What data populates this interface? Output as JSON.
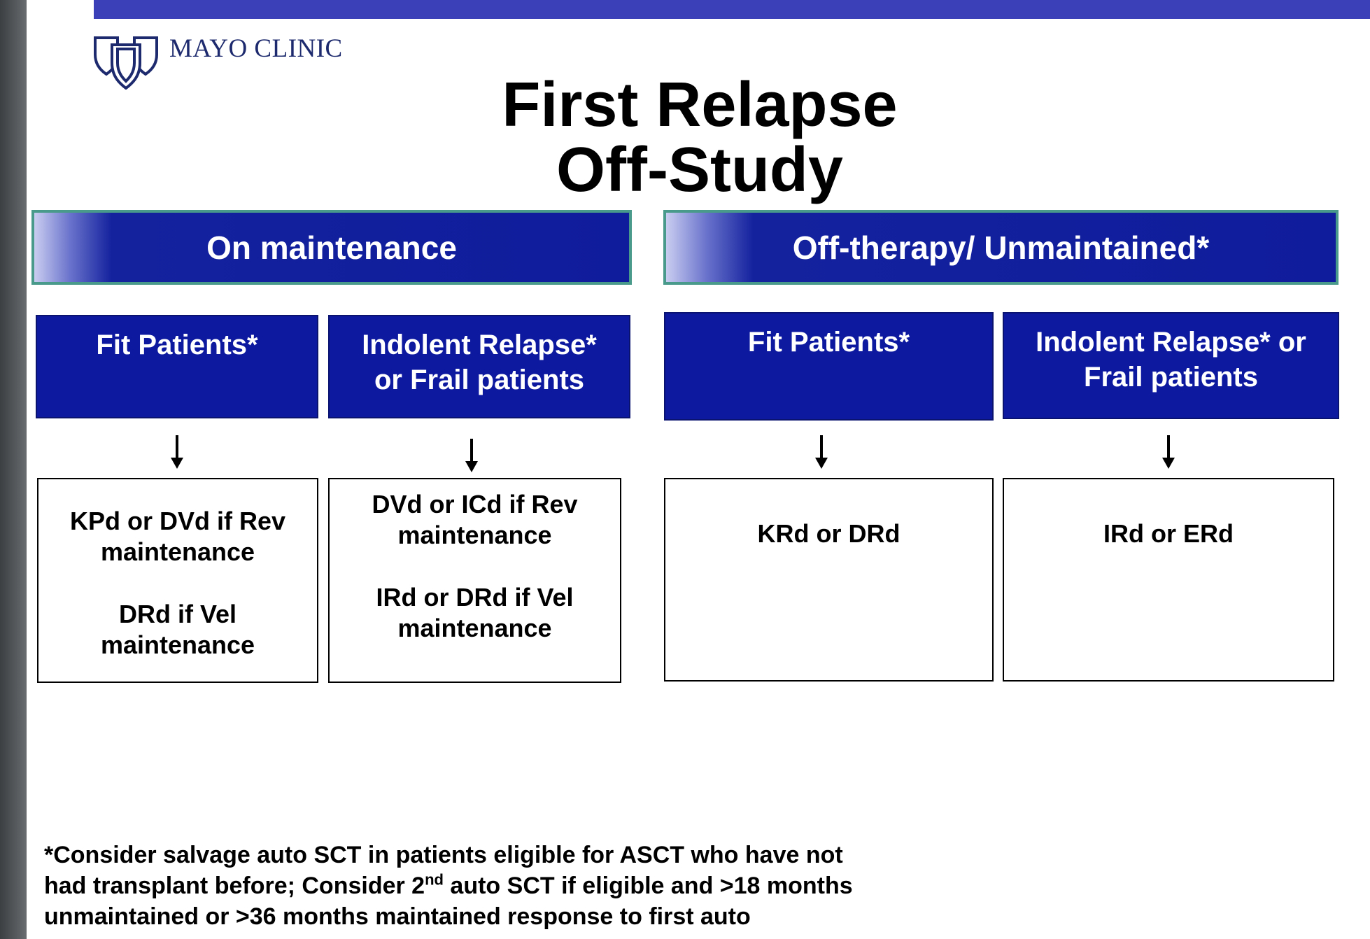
{
  "slide": {
    "logo_text": "MAYO CLINIC",
    "title_line1": "First Relapse",
    "title_line2": "Off-Study",
    "colors": {
      "header_blue": "#0f1c9c",
      "box_blue": "#0d1aa0",
      "header_border": "#4a9a8c",
      "top_bar": "#3b3fb8"
    }
  },
  "groups": [
    {
      "header": "On maintenance",
      "categories": [
        {
          "label": "Fit Patients*",
          "result_lines": [
            "KPd or DVd if Rev",
            "maintenance",
            "DRd if Vel",
            "maintenance"
          ]
        },
        {
          "label_line1": "Indolent Relapse*",
          "label_line2": "or Frail patients",
          "result_lines": [
            "DVd or ICd if Rev",
            "maintenance",
            "IRd or DRd if Vel",
            "maintenance"
          ]
        }
      ]
    },
    {
      "header": "Off-therapy/ Unmaintained*",
      "categories": [
        {
          "label": "Fit Patients*",
          "result": "KRd or DRd"
        },
        {
          "label_line1": "Indolent Relapse* or",
          "label_line2": "Frail patients",
          "result": "IRd or ERd"
        }
      ]
    }
  ],
  "footnote": {
    "line1": "*Consider salvage auto SCT in patients eligible for ASCT who have not",
    "line2_a": "had transplant before; Consider 2",
    "line2_sup": "nd",
    "line2_b": " auto SCT if eligible and >18 months",
    "line3": "unmaintained or >36 months maintained response to first auto"
  }
}
